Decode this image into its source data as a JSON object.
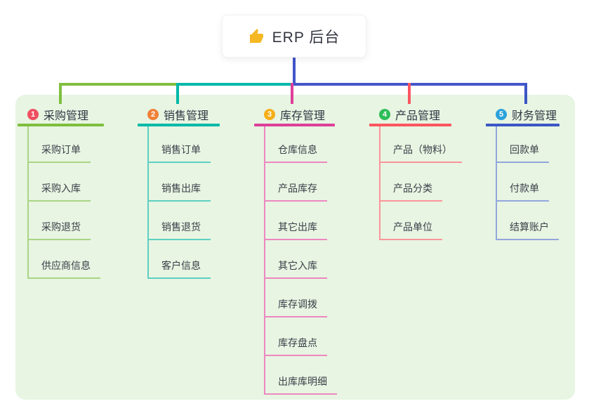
{
  "root": {
    "label": "ERP 后台",
    "icon": "thumbs-up-icon",
    "icon_color": "#f5b822"
  },
  "canvas": {
    "page_bg": "#ffffff",
    "panel_bg": "#e7f5e2"
  },
  "connectors": {
    "root_color": "#4456ca"
  },
  "branches": [
    {
      "badge": "1",
      "badge_color": "#ee4f60",
      "title": "采购管理",
      "line_color": "#7fbf3f",
      "child_line_color": "#a9d584",
      "children": [
        "采购订单",
        "采购入库",
        "采购退货",
        "供应商信息"
      ]
    },
    {
      "badge": "2",
      "badge_color": "#ef8138",
      "title": "销售管理",
      "line_color": "#00b9a8",
      "child_line_color": "#5fcfc3",
      "children": [
        "销售订单",
        "销售出库",
        "销售退货",
        "客户信息"
      ]
    },
    {
      "badge": "3",
      "badge_color": "#f6ae17",
      "title": "库存管理",
      "line_color": "#de3f9b",
      "child_line_color": "#ee87c0",
      "children": [
        "仓库信息",
        "产品库存",
        "其它出库",
        "其它入库",
        "库存调拨",
        "库存盘点",
        "出库库明细"
      ]
    },
    {
      "badge": "4",
      "badge_color": "#2ebd59",
      "title": "产品管理",
      "line_color": "#fa5660",
      "child_line_color": "#fb949b",
      "children": [
        "产品（物料）",
        "产品分类",
        "产品单位"
      ]
    },
    {
      "badge": "5",
      "badge_color": "#2aa2dc",
      "title": "财务管理",
      "line_color": "#3c56c5",
      "child_line_color": "#93a6de",
      "children": [
        "回款单",
        "付款单",
        "结算账户"
      ]
    }
  ]
}
